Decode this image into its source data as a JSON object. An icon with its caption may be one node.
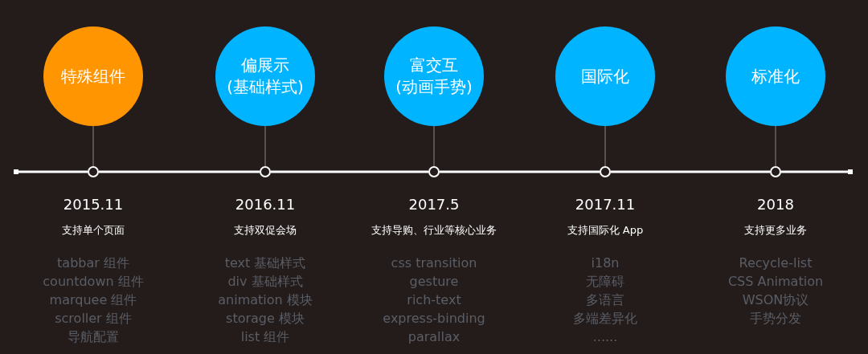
{
  "diagram": {
    "nodes": [
      {
        "text": [
          "特殊组件"
        ]
      },
      {
        "text": [
          "偏展示",
          "(基础样式)"
        ]
      },
      {
        "text": [
          "富交互",
          "(动画手势)"
        ]
      },
      {
        "text": [
          "国际化"
        ]
      },
      {
        "text": [
          "标准化"
        ]
      },
      {
        "text": [],
        "shape": "circle",
        "beside": [
          "2015.11",
          "支持单个页面",
          "tabbar 组件",
          "countdown 组件",
          "marquee 组件",
          "scroller 组件",
          "导航配置"
        ]
      },
      {
        "text": [],
        "shape": "circle",
        "beside": [
          "2016.11",
          "支持双促会场",
          "text 基础样式",
          "div 基础样式",
          "animation 模块",
          "storage 模块",
          "list 组件"
        ]
      },
      {
        "text": [],
        "shape": "circle",
        "beside": [
          "2017.5",
          "支持导购、行业等核心业务",
          "css transition",
          "gesture",
          "rich-text",
          "express-binding",
          "parallax"
        ]
      },
      {
        "text": [],
        "shape": "circle",
        "beside": [
          "2017.11",
          "支持国际化 App",
          "i18n",
          "无障碍",
          "多语言",
          "多端差异化",
          "......"
        ]
      },
      {
        "text": [],
        "shape": "circle",
        "beside": [
          "2018",
          "支持更多业务",
          "Recycle-list",
          "CSS Animation",
          "WSON协议",
          "手势分发"
        ]
      }
    ],
    "edges": [
      {
        "from": 0,
        "to": 5,
        "arrow": "none"
      },
      {
        "from": 1,
        "to": 6,
        "arrow": "none"
      },
      {
        "from": 2,
        "to": 7,
        "arrow": "none"
      },
      {
        "from": 3,
        "to": 8,
        "arrow": "none"
      },
      {
        "from": 4,
        "to": 9,
        "arrow": "none"
      },
      {
        "from": 5,
        "to": 6,
        "arrow": "none",
        "style": "thick",
        "color": "#ffffff"
      },
      {
        "from": 6,
        "to": 7,
        "arrow": "none",
        "style": "thick",
        "color": "#ffffff"
      },
      {
        "from": 7,
        "to": 8,
        "arrow": "none",
        "style": "thick",
        "color": "#ffffff"
      },
      {
        "from": 8,
        "to": 9,
        "arrow": "none",
        "style": "thick",
        "color": "#ffffff"
      }
    ]
  }
}
